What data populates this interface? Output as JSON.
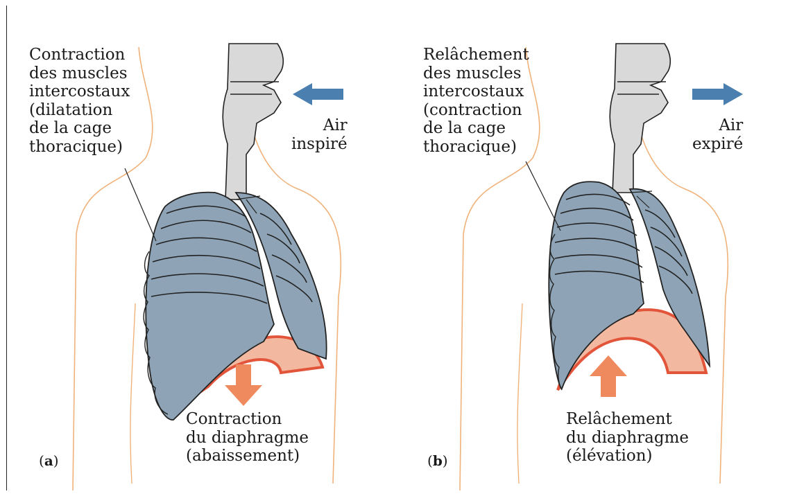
{
  "panels": [
    {
      "tag": "a",
      "muscle_label": [
        "Contraction",
        "des muscles",
        "intercostaux",
        "(dilatation",
        "de la cage",
        "thoracique)"
      ],
      "air_label": [
        "Air",
        "inspiré"
      ],
      "diaphragm_label": [
        "Contraction",
        "du diaphragme",
        "(abaissement)"
      ]
    },
    {
      "tag": "b",
      "muscle_label": [
        "Relâchement",
        "des muscles",
        "intercostaux",
        "(contraction",
        "de la cage",
        "thoracique)"
      ],
      "air_label": [
        "Air",
        "expiré"
      ],
      "diaphragm_label": [
        "Relâchement",
        "du diaphragme",
        "(élévation)"
      ]
    }
  ],
  "colors": {
    "lung": "#8ea4b6",
    "lung_dark": "#5e7487",
    "diaphragm": "#f2b9a0",
    "diaphragm_edge": "#e2553a",
    "arrow_air": "#4a7fb0",
    "arrow_diaphragm": "#ef8a5e",
    "body_outline": "#f0b27a",
    "airway": "#d9d9d9"
  }
}
